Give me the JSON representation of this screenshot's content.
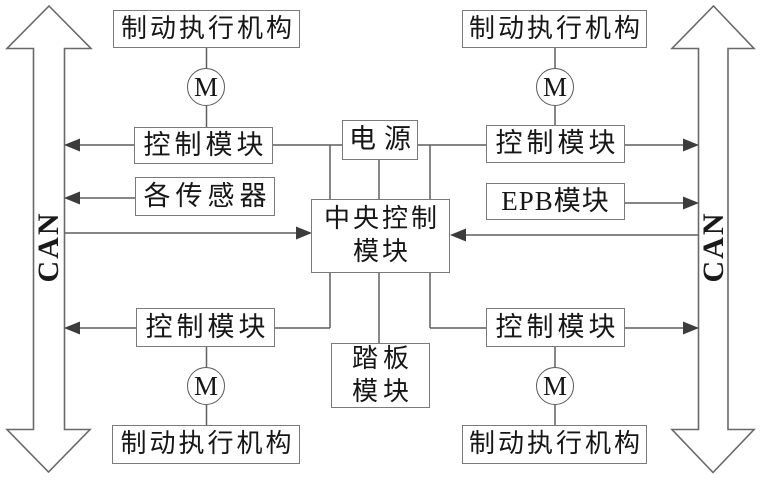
{
  "diagram": {
    "can_bus_left_label": "CAN",
    "can_bus_right_label": "CAN",
    "motor_label": "M",
    "boxes": {
      "brake_actuator_top_left": "制动执行机构",
      "brake_actuator_top_right": "制动执行机构",
      "brake_actuator_bottom_left": "制动执行机构",
      "brake_actuator_bottom_right": "制动执行机构",
      "control_module_top_left": "控制模块",
      "control_module_top_right": "控制模块",
      "control_module_bottom_left": "控制模块",
      "control_module_bottom_right": "控制模块",
      "sensors": "各传感器",
      "power_supply": "电源",
      "epb_module": "EPB模块",
      "central_control_line1": "中央控制",
      "central_control_line2": "模块",
      "pedal_module_line1": "踏板",
      "pedal_module_line2": "模块"
    },
    "colors": {
      "background": "#ffffff",
      "line": "#5f5f5f",
      "box_border": "#7a7a7a",
      "arrowhead": "#3c3c3c",
      "text": "#1a1a1a"
    }
  }
}
